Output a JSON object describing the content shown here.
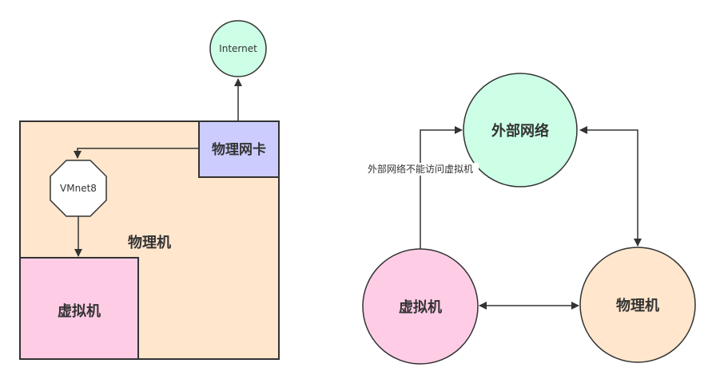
{
  "left_diagram": {
    "host_box_label": "物理机",
    "nic_label": "物理网卡",
    "vmnet_label": "VMnet8",
    "vm_label": "虚拟机",
    "internet_label": "Internet"
  },
  "right_diagram": {
    "external_network_label": "外部网络",
    "vm_label": "虚拟机",
    "host_label": "物理机",
    "edge_note": "外部网络不能访问虚拟机"
  },
  "colors": {
    "host_fill": "#FFE6CC",
    "nic_fill": "#CCCCFF",
    "vm_fill": "#FFCCE6",
    "network_fill": "#CCFFE6",
    "stroke": "#333333"
  }
}
